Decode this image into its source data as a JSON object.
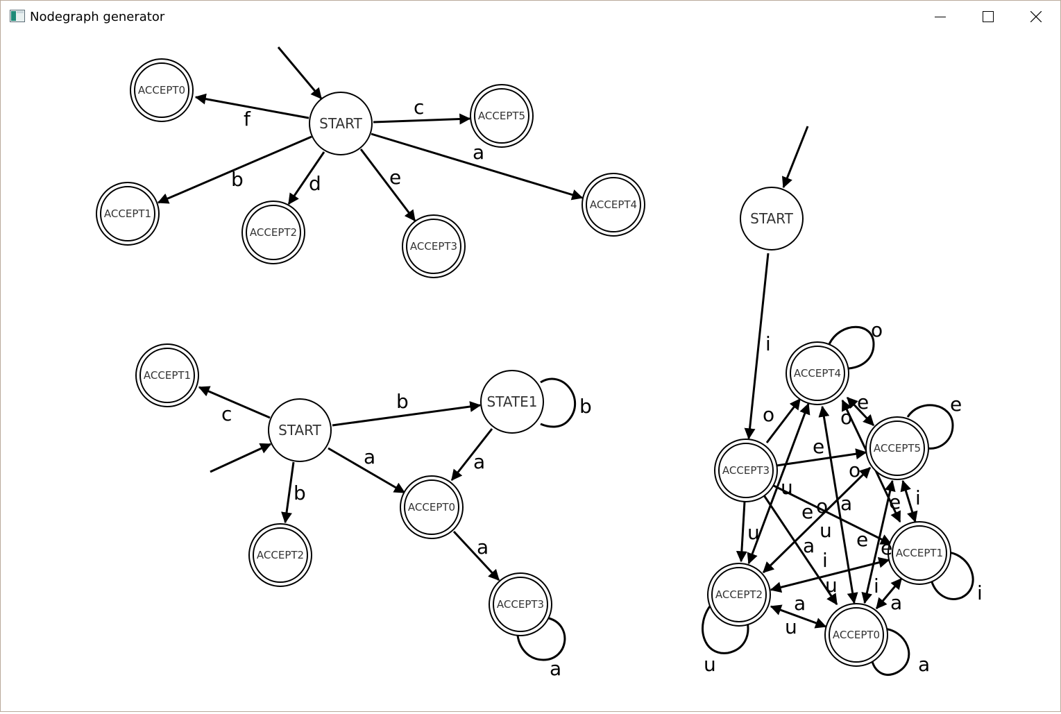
{
  "window": {
    "title": "Nodegraph generator"
  },
  "graphs": [
    {
      "nodes": {
        "start": "START",
        "accept0": "ACCEPT0",
        "accept5": "ACCEPT5",
        "accept1": "ACCEPT1",
        "accept2": "ACCEPT2",
        "accept3": "ACCEPT3",
        "accept4": "ACCEPT4"
      },
      "edges": {
        "start_accept0": "f",
        "start_accept5": "c",
        "start_accept4": "a",
        "start_accept1": "b",
        "start_accept2": "d",
        "start_accept3": "e"
      }
    },
    {
      "nodes": {
        "start": "START",
        "state1": "STATE1",
        "accept0": "ACCEPT0",
        "accept1": "ACCEPT1",
        "accept2": "ACCEPT2",
        "accept3": "ACCEPT3"
      },
      "edges": {
        "start_accept1": "c",
        "start_state1": "b",
        "state1_self": "b",
        "start_accept0": "a",
        "state1_accept0": "a",
        "start_accept2": "b",
        "accept0_accept3": "a",
        "accept3_self": "a"
      }
    },
    {
      "nodes": {
        "start": "START",
        "accept4": "ACCEPT4",
        "accept5": "ACCEPT5",
        "accept3": "ACCEPT3",
        "accept1": "ACCEPT1",
        "accept2": "ACCEPT2",
        "accept0": "ACCEPT0"
      },
      "edges": {
        "start_accept3": "i",
        "accept4_self": "o",
        "accept5_self": "e",
        "accept1_self": "i",
        "accept2_self": "u",
        "accept0_self": "a",
        "l_o1": "o",
        "l_e1": "e",
        "l_e2": "e",
        "l_o2": "o",
        "l_o3": "o",
        "l_e3": "e",
        "l_i1": "i",
        "l_u1": "u",
        "l_e4": "e",
        "l_o4": "o",
        "l_a1": "a",
        "l_u2": "u",
        "l_u3": "u",
        "l_a2": "a",
        "l_e5": "e",
        "l_e6": "e",
        "l_i2": "i",
        "l_u4": "u",
        "l_i3": "i",
        "l_a3": "a",
        "l_a4": "a",
        "l_u5": "u"
      }
    }
  ]
}
